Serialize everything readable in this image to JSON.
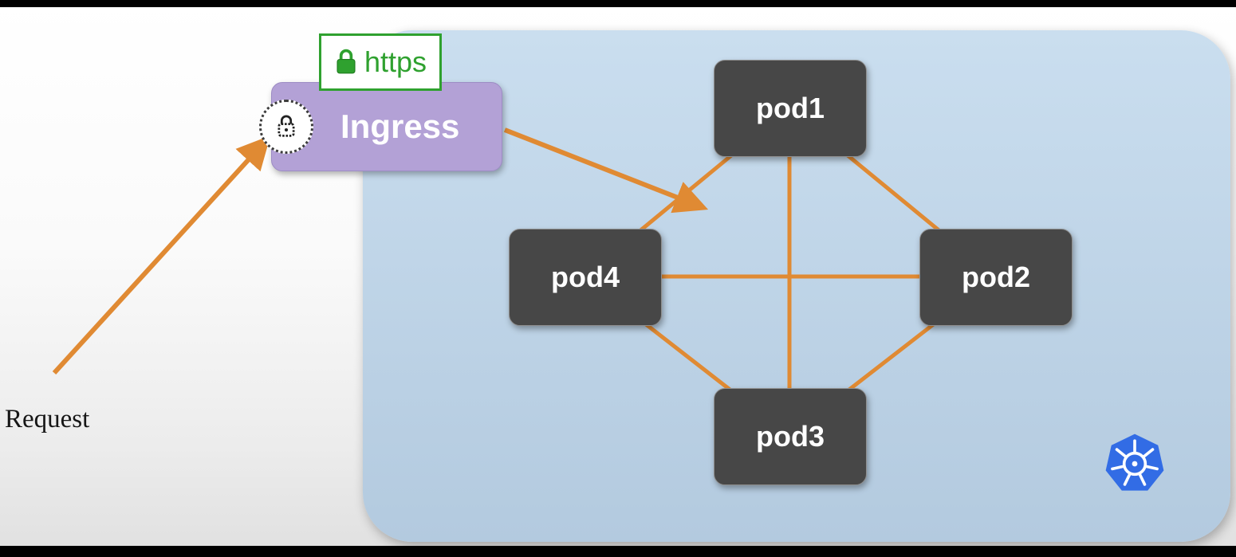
{
  "request_label": "Request",
  "ingress": {
    "label": "Ingress"
  },
  "https_badge": {
    "label": "https"
  },
  "pods": [
    {
      "label": "pod1"
    },
    {
      "label": "pod2"
    },
    {
      "label": "pod3"
    },
    {
      "label": "pod4"
    }
  ],
  "icons": {
    "https_lock": "green-padlock",
    "ingress_lock": "padlock-in-dotted-circle",
    "kubernetes": "kubernetes-helm-wheel"
  },
  "colors": {
    "arrow": "#e08a33",
    "pod_bg": "#474747",
    "pod_text": "#ffffff",
    "ingress_bg": "#b3a1d6",
    "https_green": "#2fa12f",
    "cluster_top": "#cadeef",
    "cluster_bottom": "#b3cadf",
    "k8s_blue": "#326ce5"
  }
}
